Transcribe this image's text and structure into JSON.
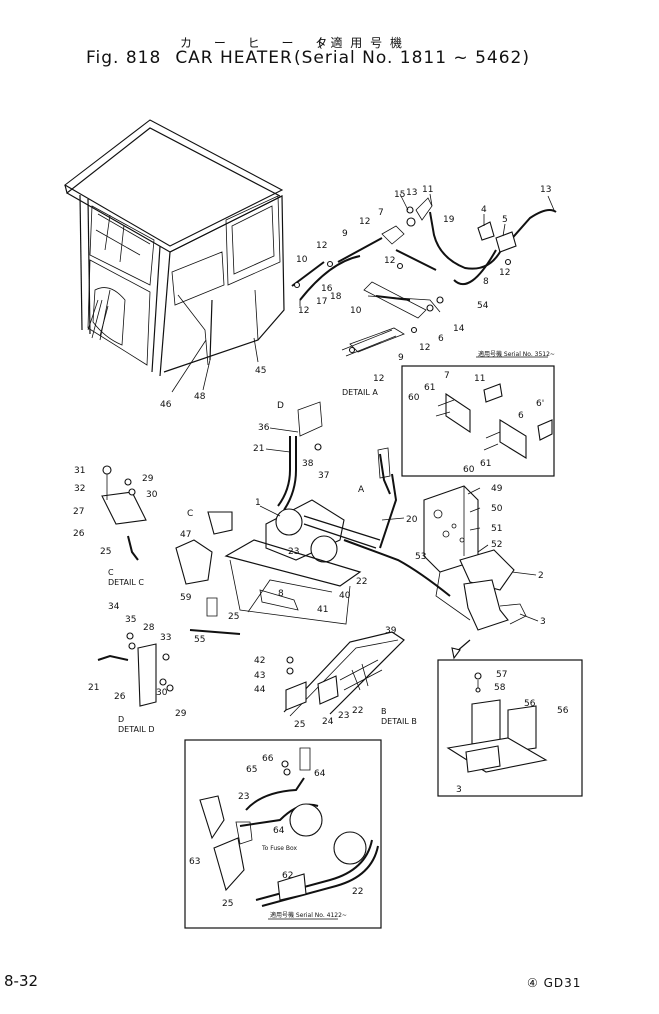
{
  "header": {
    "jp_title": "カ ー ヒ ー タ",
    "jp_serial": "( 適 用 号 機",
    "fig_no": "Fig. 818",
    "title": "CAR HEATER",
    "serial": "(Serial No. 1811 ~ 5462)"
  },
  "footer": {
    "page_number": "8-32",
    "code": "④ GD31"
  },
  "details": {
    "a": "DETAIL A",
    "b": "DETAIL B",
    "c": "DETAIL C",
    "d": "DETAIL D",
    "arrow_a": "A",
    "arrow_b": "B",
    "arrow_c": "C",
    "arrow_d": "D",
    "serial_3512": "適用号機 Serial No. 3512~",
    "serial_4122": "適用号機 Serial No. 4122~"
  },
  "part_numbers": [
    "1",
    "2",
    "3",
    "4",
    "5",
    "6",
    "6'",
    "7",
    "8",
    "9",
    "10",
    "11",
    "12",
    "13",
    "15",
    "17",
    "18",
    "19",
    "20",
    "21",
    "22",
    "23",
    "24",
    "25",
    "26",
    "27",
    "28",
    "29",
    "30",
    "31",
    "32",
    "33",
    "34",
    "35",
    "36",
    "37",
    "38",
    "39",
    "40",
    "41",
    "42",
    "43",
    "44",
    "45",
    "46",
    "47",
    "48",
    "49",
    "50",
    "51",
    "52",
    "53",
    "54",
    "55",
    "56",
    "57",
    "58",
    "59",
    "60",
    "61",
    "62",
    "63",
    "64",
    "65",
    "66"
  ]
}
